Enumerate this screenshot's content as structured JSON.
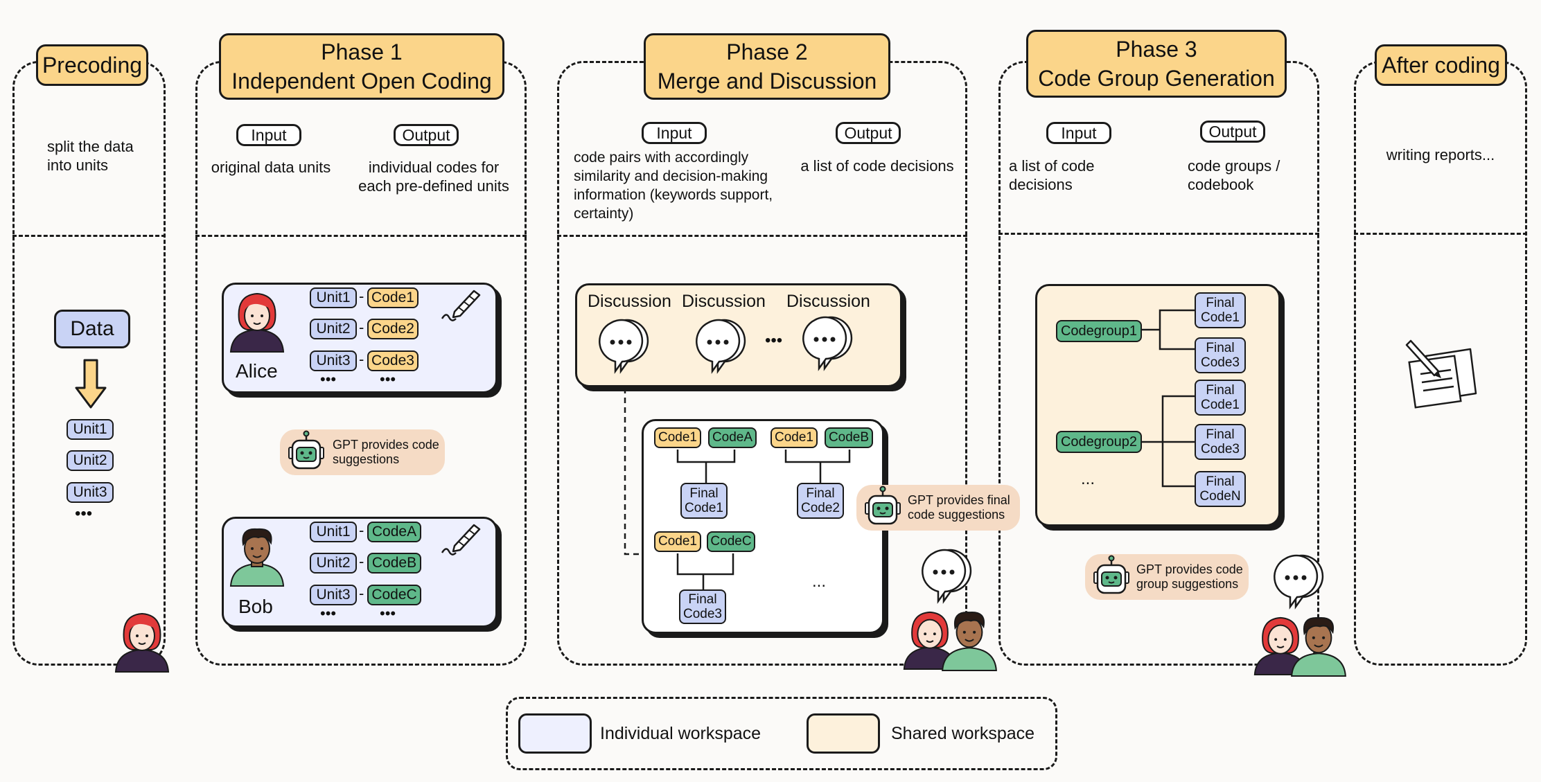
{
  "columns": {
    "precoding": {
      "title": [
        "Precoding"
      ],
      "text": "split the data\ninto units",
      "data_label": "Data",
      "units": [
        "Unit1",
        "Unit2",
        "Unit3"
      ],
      "ellipsis": "•••"
    },
    "phase1": {
      "title": [
        "Phase 1",
        "Independent Open Coding"
      ],
      "input_label": "Input",
      "output_label": "Output",
      "input_text": "original data units",
      "output_text": "individual codes for\neach pre-defined units",
      "alice": {
        "name": "Alice",
        "pairs": [
          [
            "Unit1",
            "Code1"
          ],
          [
            "Unit2",
            "Code2"
          ],
          [
            "Unit3",
            "Code3"
          ]
        ]
      },
      "bob": {
        "name": "Bob",
        "pairs": [
          [
            "Unit1",
            "CodeA"
          ],
          [
            "Unit2",
            "CodeB"
          ],
          [
            "Unit3",
            "CodeC"
          ]
        ]
      },
      "gpt_text": "GPT provides code\nsuggestions",
      "dash": "-",
      "ellipsis": "•••"
    },
    "phase2": {
      "title": [
        "Phase 2",
        "Merge and Discussion"
      ],
      "input_label": "Input",
      "output_label": "Output",
      "input_text": "code pairs with accordingly\nsimilarity and decision-making\ninformation (keywords support,\ncertainty)",
      "output_text": "a list of code decisions",
      "discussions": [
        "Discussion",
        "Discussion",
        "Discussion"
      ],
      "disc_ellipsis": "•••",
      "merges": [
        {
          "a": "Code1",
          "b": "CodeA",
          "final": "Final\nCode1"
        },
        {
          "a": "Code1",
          "b": "CodeB",
          "final": "Final\nCode2"
        },
        {
          "a": "Code1",
          "b": "CodeC",
          "final": "Final\nCode3"
        }
      ],
      "merge_ellipsis": "...",
      "gpt_text": "GPT provides final\ncode suggestions"
    },
    "phase3": {
      "title": [
        "Phase 3",
        "Code Group Generation"
      ],
      "input_label": "Input",
      "output_label": "Output",
      "input_text": "a list of code decisions",
      "output_text": "code groups /\ncodebook",
      "groups": [
        {
          "name": "Codegroup1",
          "codes": [
            "Final\nCode1",
            "Final\nCode3"
          ]
        },
        {
          "name": "Codegroup2",
          "codes": [
            "Final\nCode1",
            "Final\nCode3",
            "Final\nCodeN"
          ]
        }
      ],
      "group_ellipsis": "...",
      "gpt_text": "GPT provides code\ngroup suggestions"
    },
    "after": {
      "title": [
        "After coding"
      ],
      "text": "writing reports..."
    }
  },
  "legend": {
    "individual": "Individual  workspace",
    "shared": "Shared workspace"
  },
  "colors": {
    "title_bg": "#fbd58a",
    "individual_bg": "#eef0fe",
    "shared_bg": "#fdf1dc",
    "unit_tag": "#c9d3f5",
    "code_tag": "#fbd58a",
    "code_tag_green": "#5fb88a",
    "gpt_bg": "#f5dbc5"
  }
}
